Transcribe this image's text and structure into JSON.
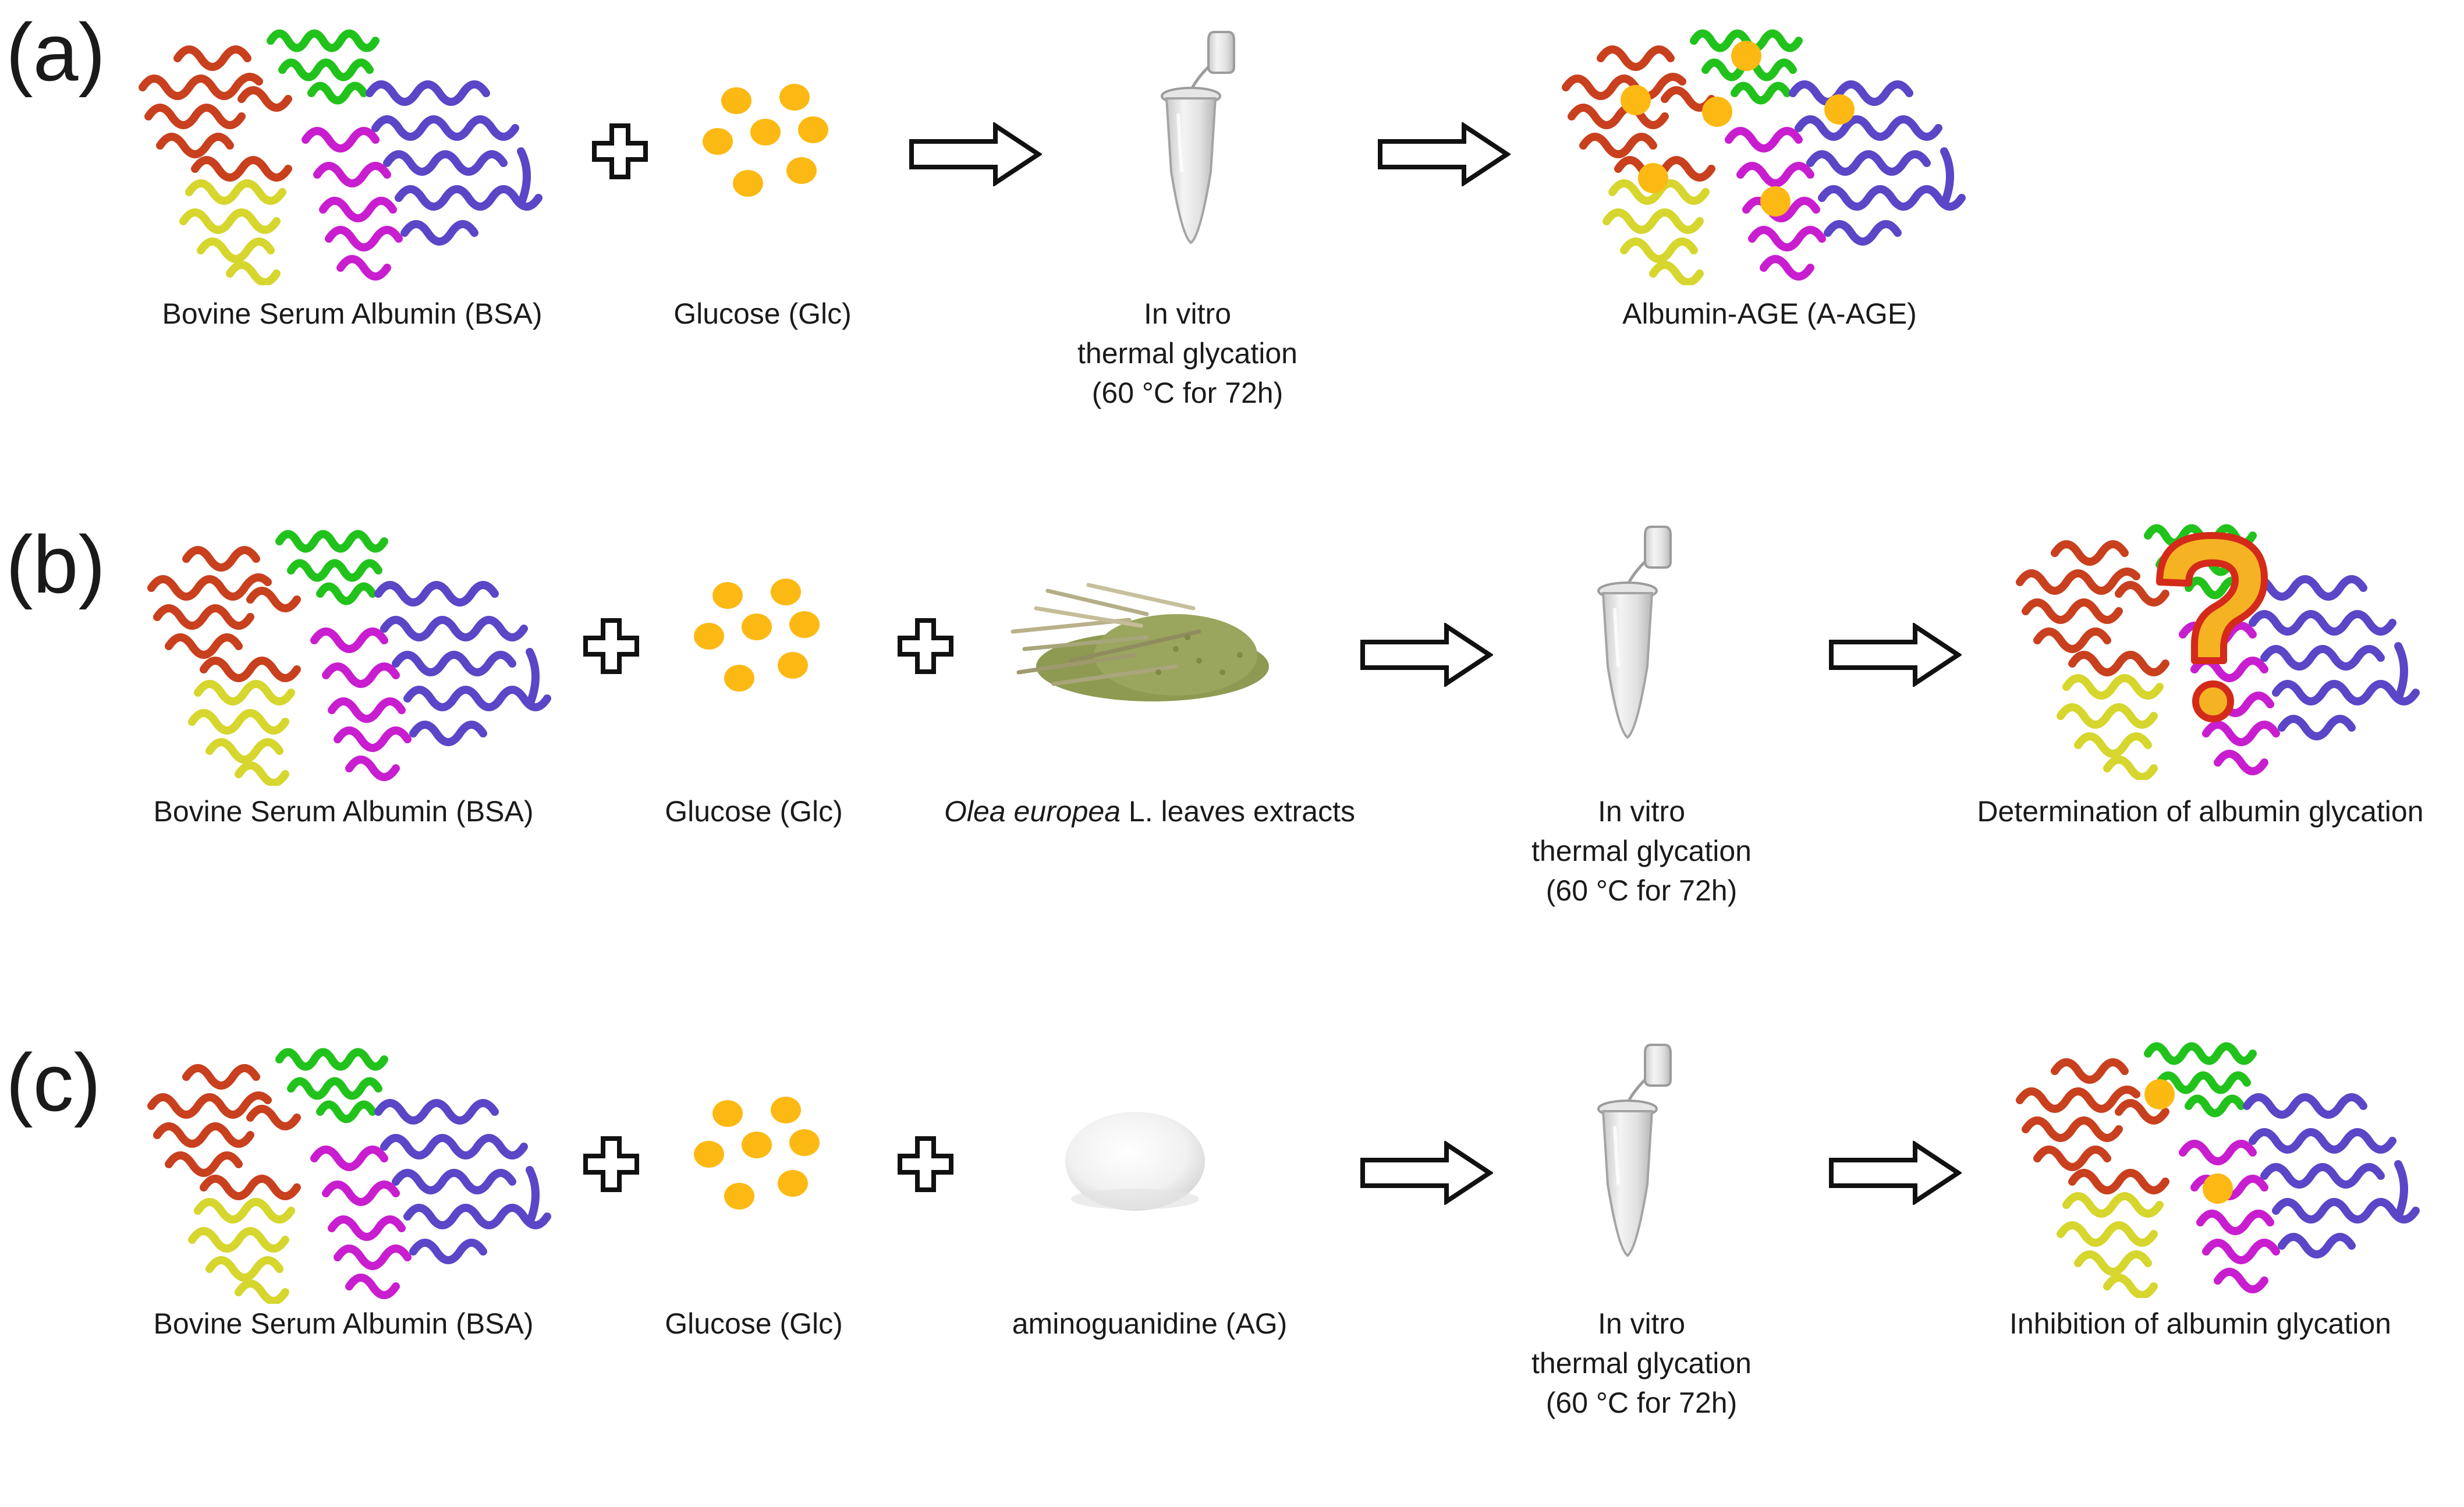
{
  "panels": {
    "a": {
      "label": "(a)",
      "protein_caption": "Bovine Serum Albumin (BSA)",
      "glucose_caption": "Glucose (Glc)",
      "tube_caption": [
        "In vitro",
        "thermal glycation",
        "(60 °C for 72h)"
      ],
      "result_caption": "Albumin-AGE (A-AGE)"
    },
    "b": {
      "label": "(b)",
      "protein_caption": "Bovine Serum Albumin (BSA)",
      "glucose_caption": "Glucose (Glc)",
      "extract_caption_italic": "Olea europea",
      "extract_caption_rest": " L. leaves extracts",
      "tube_caption": [
        "In vitro",
        "thermal glycation",
        "(60 °C for 72h)"
      ],
      "result_caption": "Determination of albumin glycation"
    },
    "c": {
      "label": "(c)",
      "protein_caption": "Bovine Serum Albumin (BSA)",
      "glucose_caption": "Glucose (Glc)",
      "inhibitor_caption": "aminoguanidine (AG)",
      "tube_caption": [
        "In vitro",
        "thermal glycation",
        "(60 °C for 72h)"
      ],
      "result_caption": "Inhibition of albumin glycation"
    }
  },
  "colors": {
    "glucose": "#FDB913",
    "protein_red": "#C8401E",
    "protein_green": "#22C21C",
    "protein_blue": "#5A46C6",
    "protein_yellow": "#D6D62E",
    "protein_magenta": "#C81ECF",
    "question_mark": "#F5B324",
    "question_outline": "#D42A1A"
  },
  "icons": {
    "plus": "plus-outline-icon",
    "arrow": "block-arrow-right-icon",
    "tube": "microcentrifuge-tube-icon",
    "question": "question-mark-icon"
  }
}
